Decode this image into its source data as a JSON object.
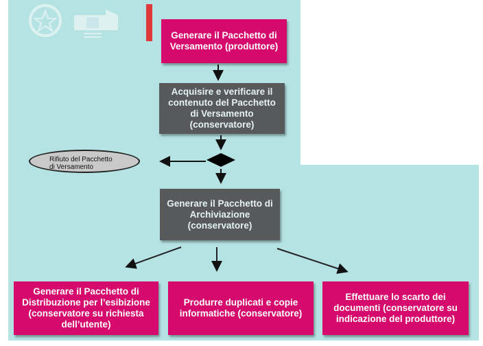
{
  "flow": {
    "step1": "Generare  il Pacchetto di\nVersamento (produttore)",
    "step2": "Acquisire e verificare   il\ncontenuto del   Pacchetto\ndi Versamento\n(conservatore)",
    "reject": "Rifiuto del Pacchetto\ndi Versamento",
    "step3": "Generare il Pacchetto di\nArchiviazione\n(conservatore)",
    "out1": "Generare il Pacchetto di\nDistribuzione per l’esibizione\n(conservatore su richiesta\ndell’utente)",
    "out2": "Produrre duplicati e copie\ninformatiche (conservatore)",
    "out3": "Effettuare lo scarto dei\ndocumenti (conservatore su\nindicazione   del produttore)"
  },
  "colors": {
    "background": "#b5e3e3",
    "pink": "#d60a6c",
    "gray": "#58595b"
  }
}
